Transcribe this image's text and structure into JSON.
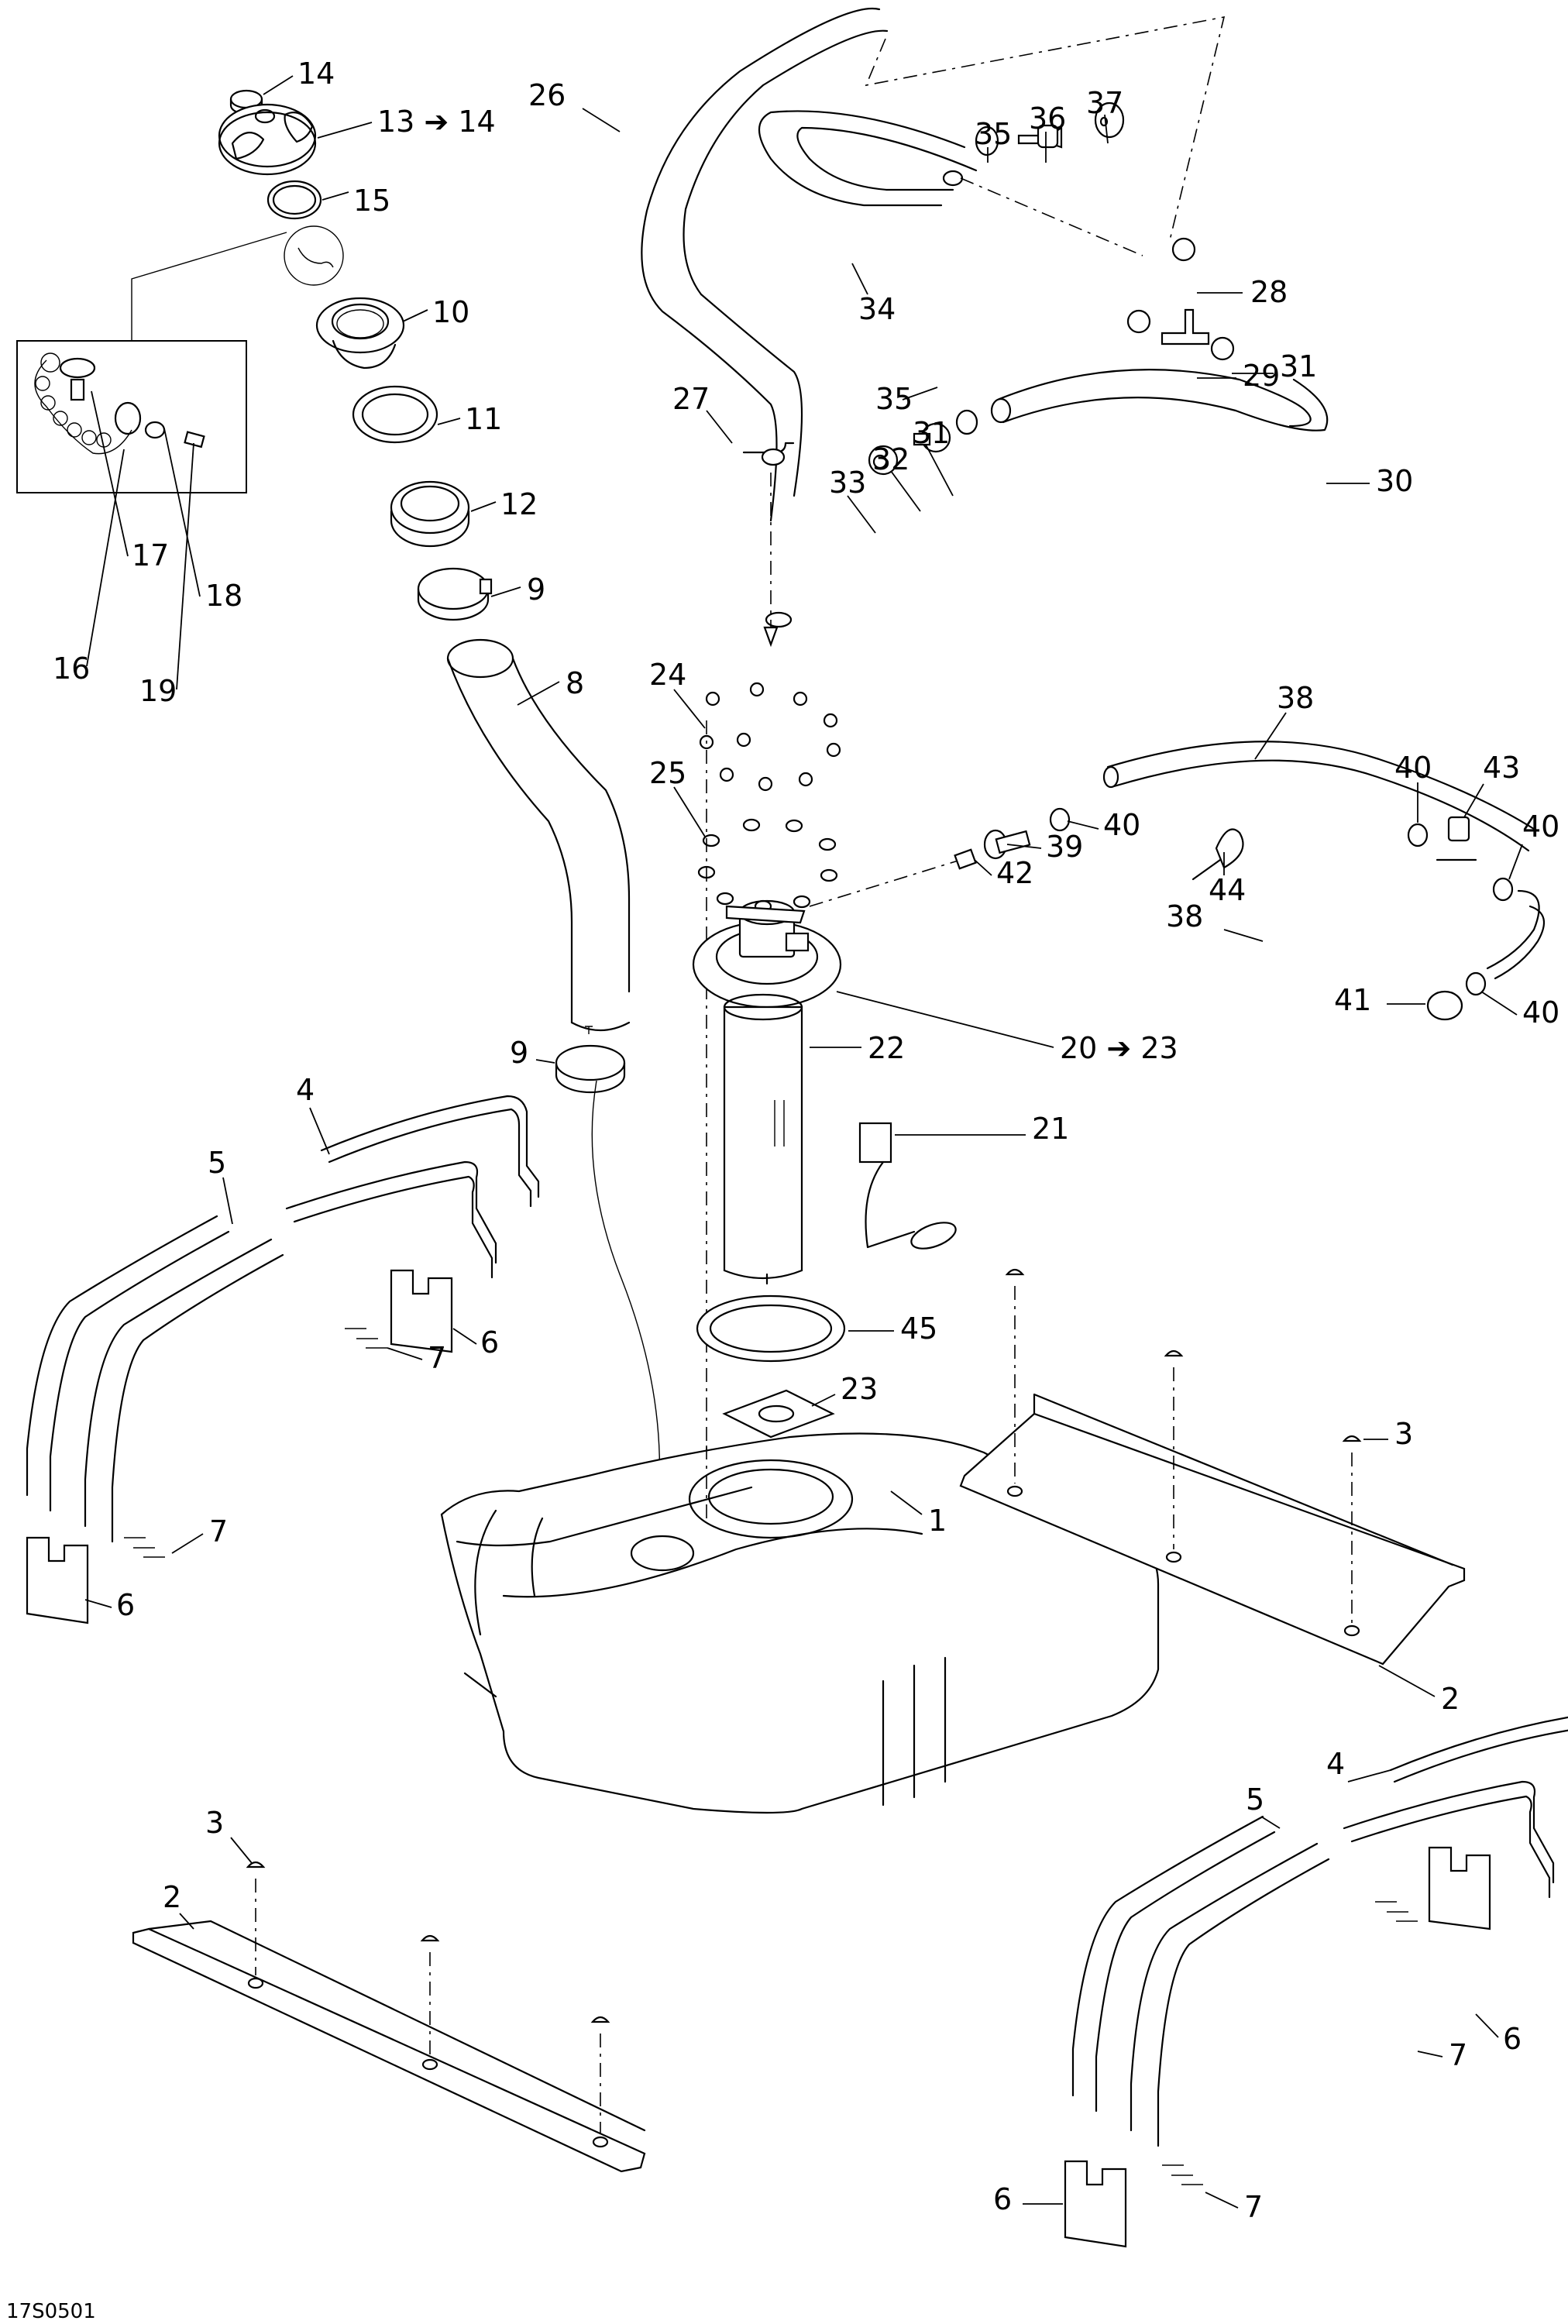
{
  "diagram": {
    "title": "Fuel tank system exploded parts diagram",
    "reference_code": "17S0501",
    "callouts": [
      {
        "id": "c14a",
        "label": "14",
        "part": "fuel-cap-plug"
      },
      {
        "id": "c13",
        "label": "13 ➔ 14",
        "part": "fuel-cap-assembly"
      },
      {
        "id": "c15",
        "label": "15",
        "part": "cap-gasket"
      },
      {
        "id": "c10",
        "label": "10",
        "part": "filler-neck"
      },
      {
        "id": "c11",
        "label": "11",
        "part": "filler-gasket"
      },
      {
        "id": "c12",
        "label": "12",
        "part": "retaining-ring"
      },
      {
        "id": "c9a",
        "label": "9",
        "part": "hose-clamp-upper"
      },
      {
        "id": "c8",
        "label": "8",
        "part": "filler-hose"
      },
      {
        "id": "c17",
        "label": "17",
        "part": "tether-pin"
      },
      {
        "id": "c18",
        "label": "18",
        "part": "washer"
      },
      {
        "id": "c16",
        "label": "16",
        "part": "tether-chain"
      },
      {
        "id": "c19",
        "label": "19",
        "part": "screw"
      },
      {
        "id": "c26",
        "label": "26",
        "part": "vent-hose"
      },
      {
        "id": "c35a",
        "label": "35",
        "part": "clamp-vent-upper"
      },
      {
        "id": "c36",
        "label": "36",
        "part": "check-valve"
      },
      {
        "id": "c37",
        "label": "37",
        "part": "grommet"
      },
      {
        "id": "c34",
        "label": "34",
        "part": "vent-hose-loop"
      },
      {
        "id": "c28",
        "label": "28",
        "part": "clamp-tee-top"
      },
      {
        "id": "c29",
        "label": "29",
        "part": "tee-fitting"
      },
      {
        "id": "c35b",
        "label": "35",
        "part": "clamp-tee-left"
      },
      {
        "id": "c31a",
        "label": "31",
        "part": "clamp-tee-right"
      },
      {
        "id": "c27",
        "label": "27",
        "part": "hose-clip"
      },
      {
        "id": "c30",
        "label": "30",
        "part": "hose-u-bend"
      },
      {
        "id": "c33",
        "label": "33",
        "part": "rollover-grommet"
      },
      {
        "id": "c32",
        "label": "32",
        "part": "rollover-valve"
      },
      {
        "id": "c31b",
        "label": "31",
        "part": "clamp-rollover"
      },
      {
        "id": "c24",
        "label": "24",
        "part": "lock-nuts"
      },
      {
        "id": "c25",
        "label": "25",
        "part": "washers"
      },
      {
        "id": "c38a",
        "label": "38",
        "part": "fuel-line"
      },
      {
        "id": "c40a",
        "label": "40",
        "part": "clamp-fuel-pump-outlet"
      },
      {
        "id": "c39",
        "label": "39",
        "part": "quick-connector"
      },
      {
        "id": "c42",
        "label": "42",
        "part": "connector-clip"
      },
      {
        "id": "c44",
        "label": "44",
        "part": "cable-tie"
      },
      {
        "id": "c40b",
        "label": "40",
        "part": "clamp-line-end"
      },
      {
        "id": "c43",
        "label": "43",
        "part": "pressure-regulator-tee"
      },
      {
        "id": "c40c",
        "label": "40",
        "part": "clamp-tee-outlet"
      },
      {
        "id": "c38b",
        "label": "38",
        "part": "fuel-line-short"
      },
      {
        "id": "c41",
        "label": "41",
        "part": "fuel-filter-plug"
      },
      {
        "id": "c40d",
        "label": "40",
        "part": "clamp-plug"
      },
      {
        "id": "c22",
        "label": "22",
        "part": "fuel-pump-module"
      },
      {
        "id": "c20",
        "label": "20 ➔ 23",
        "part": "fuel-pump-assembly"
      },
      {
        "id": "c21",
        "label": "21",
        "part": "fuel-level-sender"
      },
      {
        "id": "c9b",
        "label": "9",
        "part": "hose-clamp-lower"
      },
      {
        "id": "c4a",
        "label": "4",
        "part": "tank-strap-rear"
      },
      {
        "id": "c5a",
        "label": "5",
        "part": "tank-strap-front"
      },
      {
        "id": "c6a",
        "label": "6",
        "part": "bracket-upper"
      },
      {
        "id": "c7a",
        "label": "7",
        "part": "bolts-upper"
      },
      {
        "id": "c45",
        "label": "45",
        "part": "pump-gasket"
      },
      {
        "id": "c23",
        "label": "23",
        "part": "fuel-filter"
      },
      {
        "id": "c3a",
        "label": "3",
        "part": "rivets-right"
      },
      {
        "id": "c1",
        "label": "1",
        "part": "fuel-tank"
      },
      {
        "id": "c7b",
        "label": "7",
        "part": "bolts-left"
      },
      {
        "id": "c6b",
        "label": "6",
        "part": "bracket-left"
      },
      {
        "id": "c2a",
        "label": "2",
        "part": "heat-shield-right"
      },
      {
        "id": "c3b",
        "label": "3",
        "part": "rivets-left"
      },
      {
        "id": "c2b",
        "label": "2",
        "part": "heat-shield-left"
      },
      {
        "id": "c4b",
        "label": "4",
        "part": "tank-strap-rear-right"
      },
      {
        "id": "c5b",
        "label": "5",
        "part": "tank-strap-front-right"
      },
      {
        "id": "c6c",
        "label": "6",
        "part": "bracket-right"
      },
      {
        "id": "c7c",
        "label": "7",
        "part": "bolts-right"
      },
      {
        "id": "c6d",
        "label": "6",
        "part": "bracket-bottom"
      },
      {
        "id": "c7d",
        "label": "7",
        "part": "bolts-bottom"
      }
    ]
  }
}
